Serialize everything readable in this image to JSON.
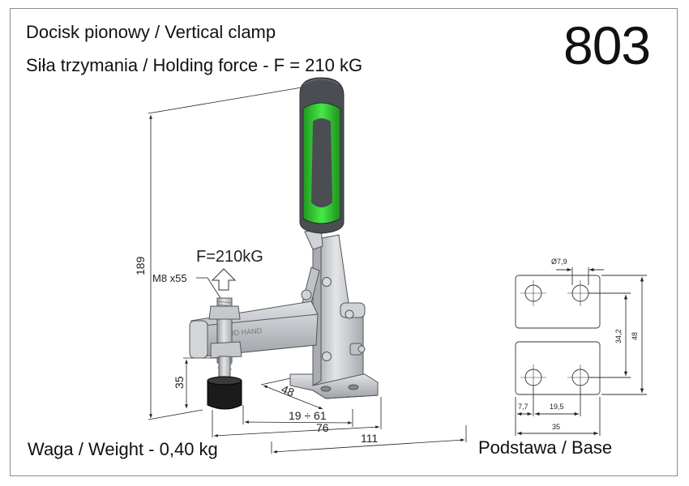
{
  "header": {
    "line1": "Docisk pionowy / Vertical clamp",
    "line2": "Siła trzymania / Holding force - F = 210 kG",
    "model": "803"
  },
  "clamp": {
    "force_label": "F=210kG",
    "screw_label": "M8 x55",
    "arm_marking": "GOOD HAND",
    "dimensions": {
      "height_total": "189",
      "spindle_height": "35",
      "base_depth": "48",
      "spindle_range": "19 ÷ 61",
      "reach": "76",
      "length_total": "111"
    },
    "colors": {
      "handle_green": "#3ddc3d",
      "handle_dark": "#4a4d52",
      "steel": "#c9ccd0"
    }
  },
  "base_plate": {
    "hole_diameter": "Ø7,9",
    "dim_7_7": "7,7",
    "dim_19_5": "19,5",
    "dim_35": "35",
    "dim_34_2": "34,2",
    "dim_48": "48",
    "label": "Podstawa / Base"
  },
  "footer": {
    "weight": "Waga / Weight - 0,40 kg"
  }
}
